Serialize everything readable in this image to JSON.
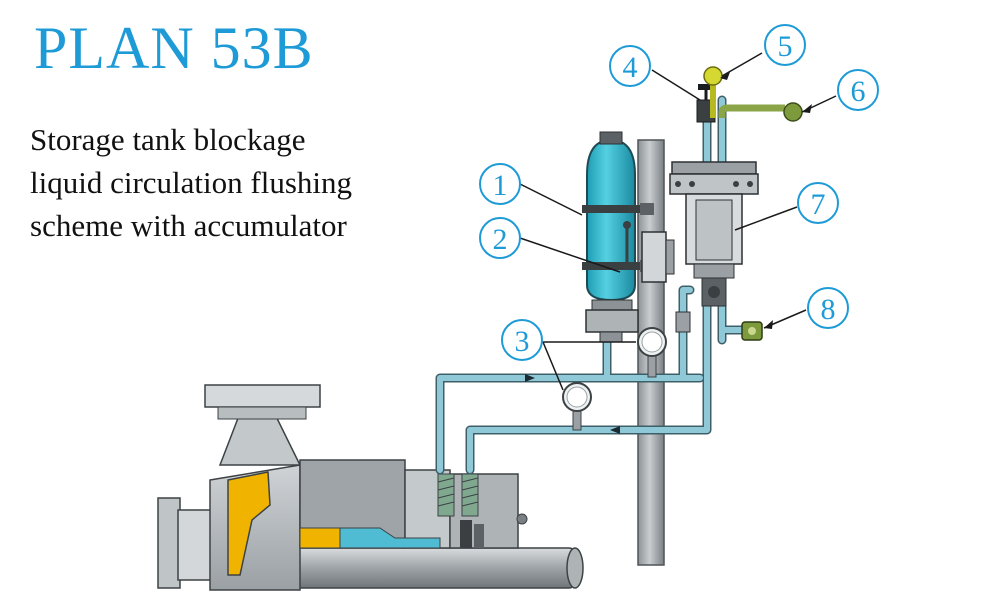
{
  "title": "PLAN 53B",
  "subtitle_lines": [
    "Storage tank blockage",
    "liquid circulation flushing",
    "scheme with accumulator"
  ],
  "callouts": [
    "1",
    "2",
    "3",
    "4",
    "5",
    "6",
    "7",
    "8"
  ],
  "colors": {
    "title": "#1e9bd7",
    "pipe": "#8fc9d8",
    "accumulator": "#2bb3c9",
    "pump_body": "#b9bec2",
    "impeller": "#f0b400",
    "valve_ball_yellow": "#d6d832",
    "valve_ball_green": "#7d9a3c"
  }
}
